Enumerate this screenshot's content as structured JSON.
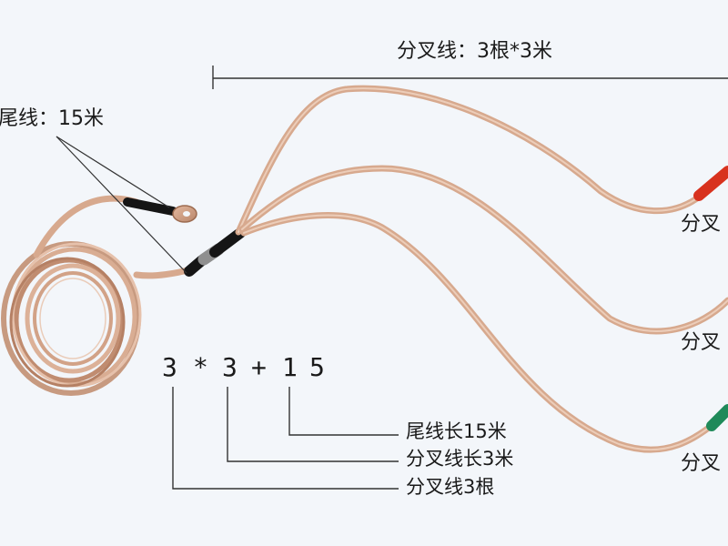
{
  "labels": {
    "branch_spec": "分叉线：3根*3米",
    "tail_spec": "尾线：15米",
    "formula_parts": [
      "3",
      "*",
      "3",
      "+",
      "1",
      "5"
    ],
    "legend_tail": "尾线长15米",
    "legend_branch_length": "分叉线长3米",
    "legend_branch_count": "分叉线3根",
    "branch_end_label": "分叉"
  },
  "colors": {
    "background": "#f3f6fa",
    "copper": "#d7a98e",
    "copper_dark": "#b98468",
    "sleeve_black": "#151515",
    "sleeve_red": "#d8321e",
    "sleeve_green": "#1f8a5a",
    "annotation_line": "#333333"
  }
}
